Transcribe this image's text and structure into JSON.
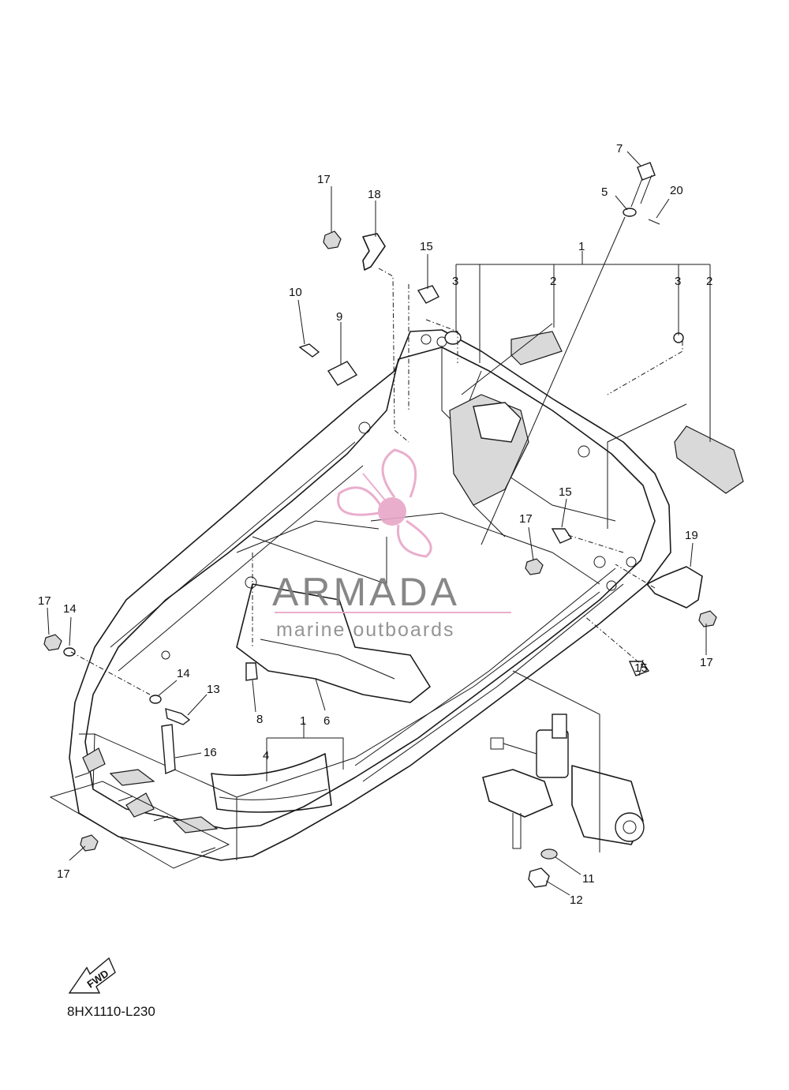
{
  "diagram_code": "8HX1110-L230",
  "watermark": {
    "brand": "ARMADA",
    "tagline": "marine outboards",
    "accent_color": "#e8a6c8"
  },
  "fwd_label": "FWD",
  "callouts": [
    {
      "id": "c7",
      "label": "7"
    },
    {
      "id": "c20",
      "label": "20"
    },
    {
      "id": "c5",
      "label": "5"
    },
    {
      "id": "c17a",
      "label": "17"
    },
    {
      "id": "c18",
      "label": "18"
    },
    {
      "id": "c15a",
      "label": "15"
    },
    {
      "id": "c1a",
      "label": "1"
    },
    {
      "id": "c3a",
      "label": "3"
    },
    {
      "id": "c2a",
      "label": "2"
    },
    {
      "id": "c3b",
      "label": "3"
    },
    {
      "id": "c2b",
      "label": "2"
    },
    {
      "id": "c10",
      "label": "10"
    },
    {
      "id": "c9",
      "label": "9"
    },
    {
      "id": "c15b",
      "label": "15"
    },
    {
      "id": "c17b",
      "label": "17"
    },
    {
      "id": "c19",
      "label": "19"
    },
    {
      "id": "c17c",
      "label": "17"
    },
    {
      "id": "c14a",
      "label": "14"
    },
    {
      "id": "c15c",
      "label": "15"
    },
    {
      "id": "c17d",
      "label": "17"
    },
    {
      "id": "c14b",
      "label": "14"
    },
    {
      "id": "c13",
      "label": "13"
    },
    {
      "id": "c8",
      "label": "8"
    },
    {
      "id": "c6",
      "label": "6"
    },
    {
      "id": "c1b",
      "label": "1"
    },
    {
      "id": "c4",
      "label": "4"
    },
    {
      "id": "c16",
      "label": "16"
    },
    {
      "id": "c17e",
      "label": "17"
    },
    {
      "id": "c11",
      "label": "11"
    },
    {
      "id": "c12",
      "label": "12"
    }
  ]
}
